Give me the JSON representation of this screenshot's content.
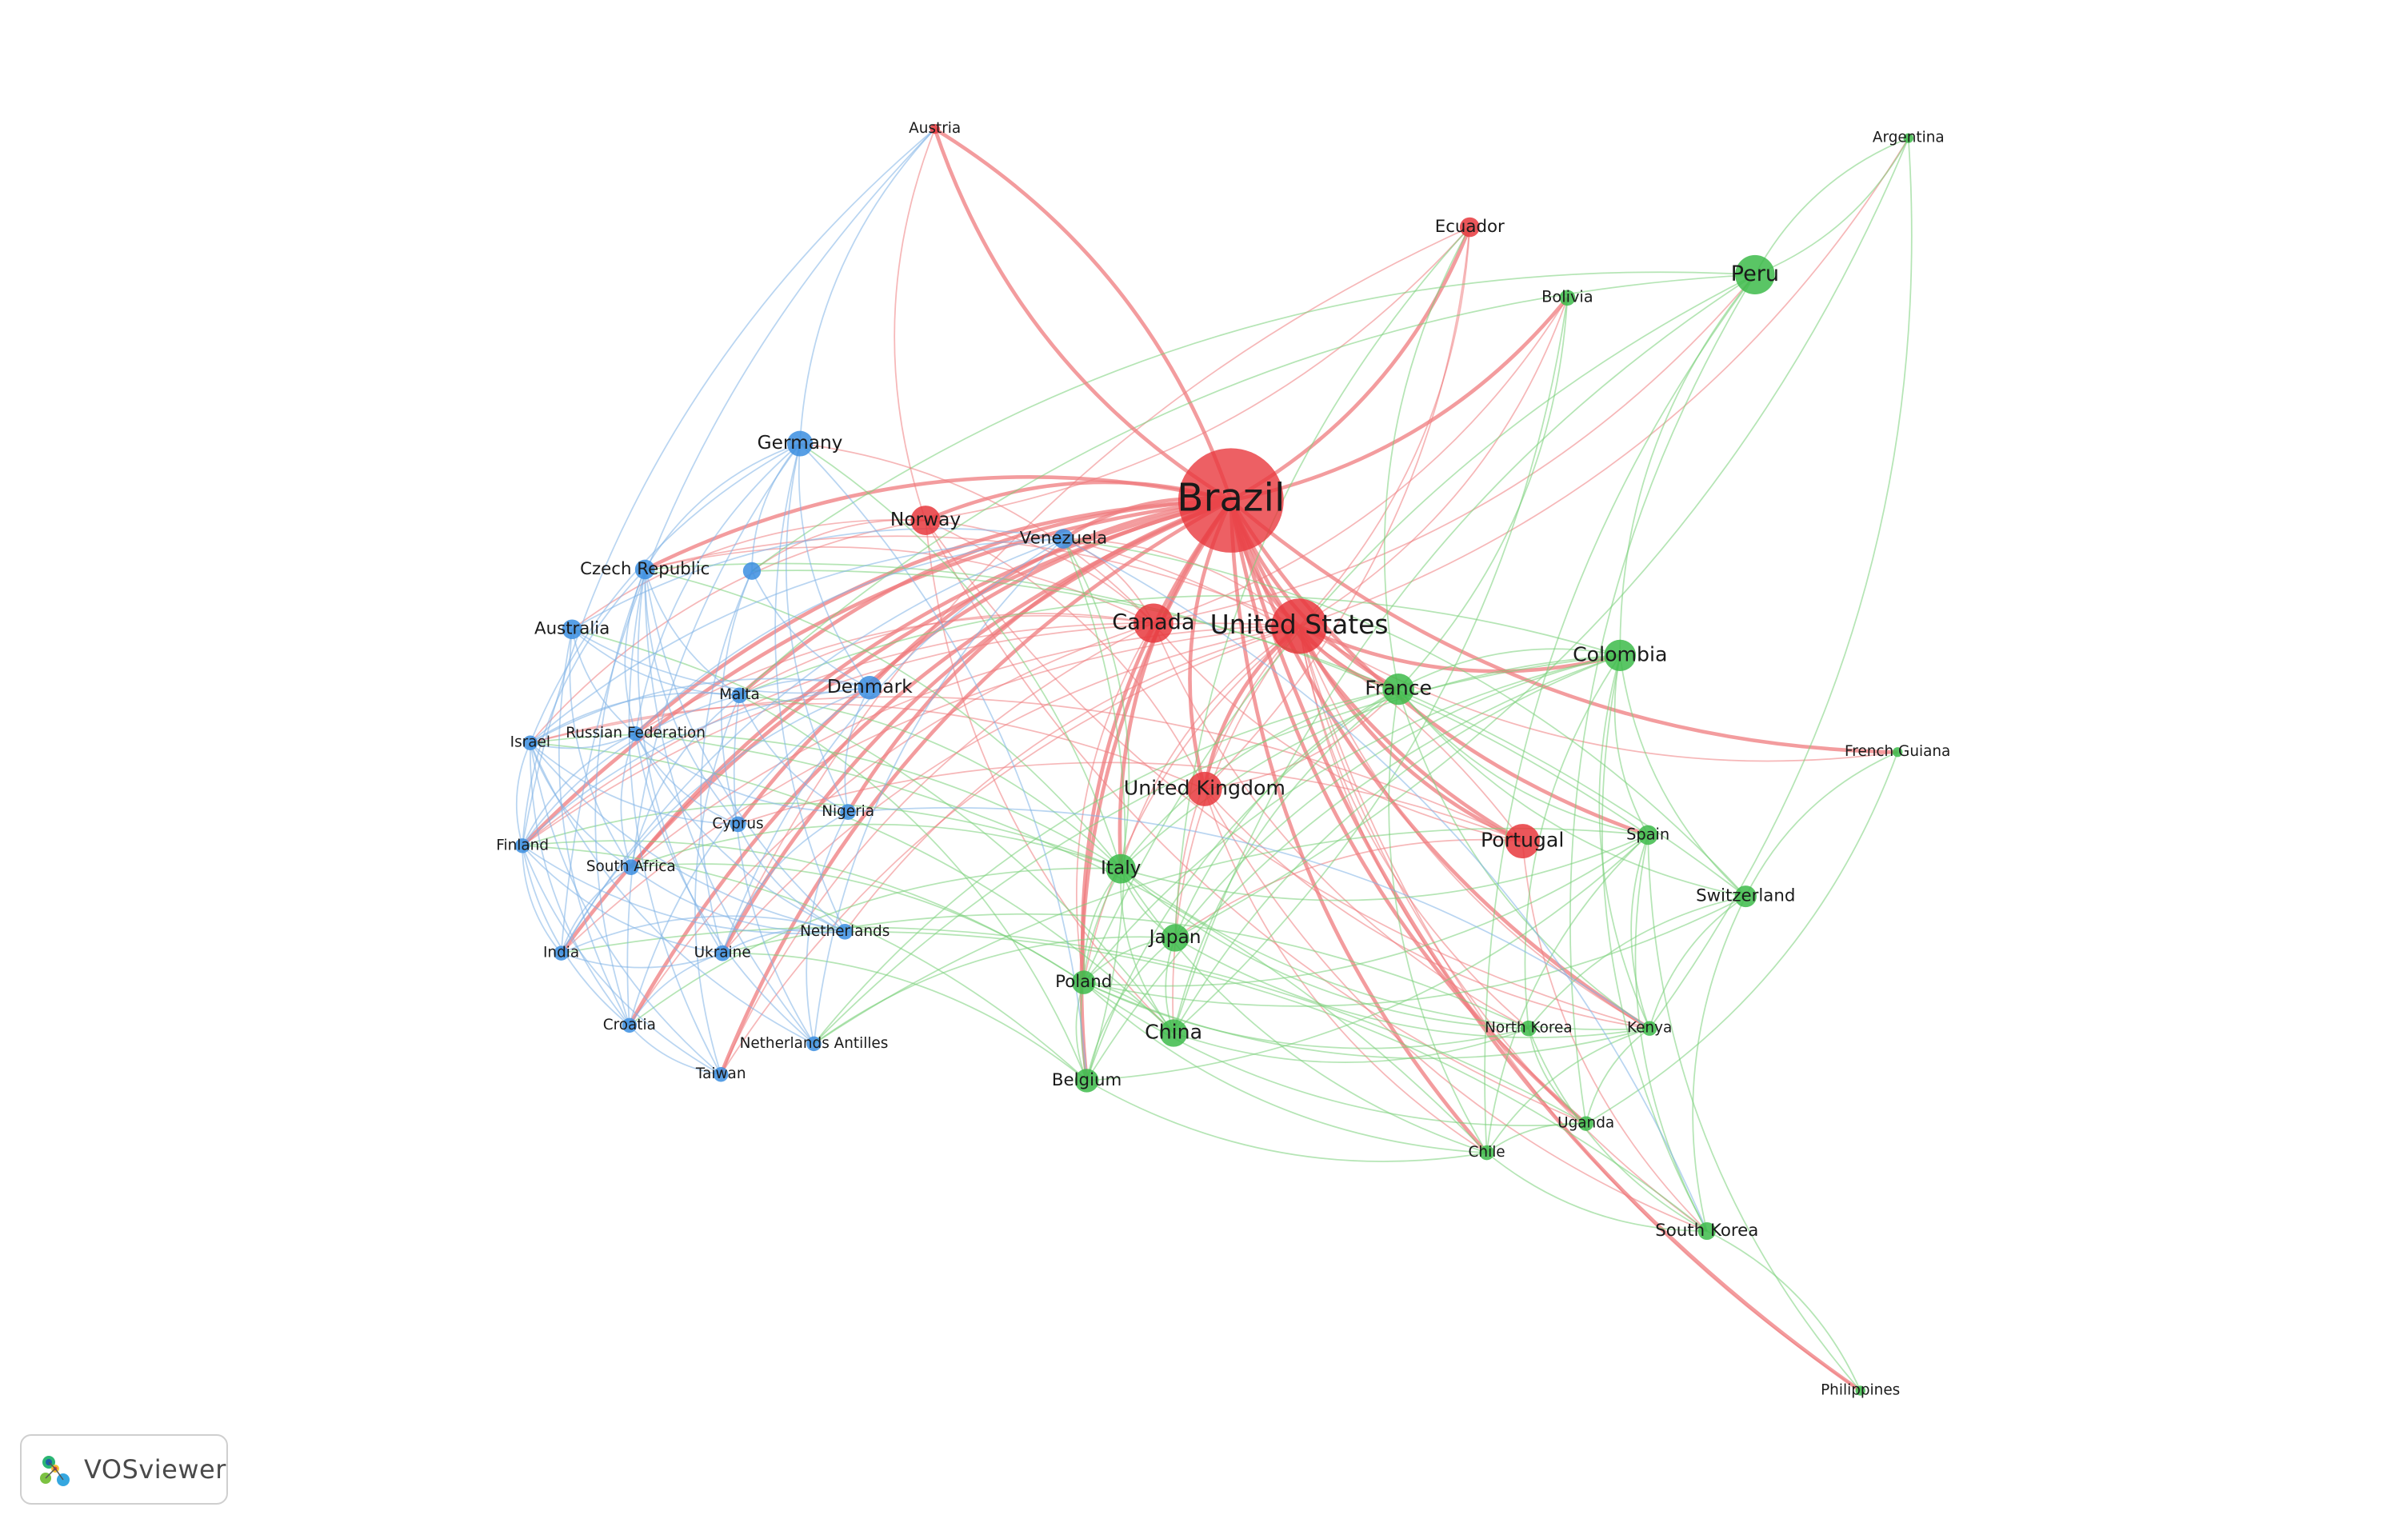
{
  "app": {
    "name": "VOSviewer"
  },
  "colors": {
    "red": "#e8383d",
    "green": "#3dbb4a",
    "blue": "#3b8ee0",
    "red_edge": "#ef7b7d",
    "green_edge": "#79cf79",
    "blue_edge": "#7fb2e6"
  },
  "network": {
    "nodes": [
      {
        "id": "brazil",
        "label": "Brazil",
        "cluster": "red",
        "weight": 10
      },
      {
        "id": "united-states",
        "label": "United States",
        "cluster": "red",
        "weight": 6
      },
      {
        "id": "canada",
        "label": "Canada",
        "cluster": "red",
        "weight": 4
      },
      {
        "id": "united-kingdom",
        "label": "United Kingdom",
        "cluster": "red",
        "weight": 3.5
      },
      {
        "id": "portugal",
        "label": "Portugal",
        "cluster": "red",
        "weight": 3.5
      },
      {
        "id": "norway",
        "label": "Norway",
        "cluster": "red",
        "weight": 3
      },
      {
        "id": "ecuador",
        "label": "Ecuador",
        "cluster": "red",
        "weight": 2
      },
      {
        "id": "austria",
        "label": "Austria",
        "cluster": "red",
        "weight": 1
      },
      {
        "id": "peru",
        "label": "Peru",
        "cluster": "green",
        "weight": 4
      },
      {
        "id": "colombia",
        "label": "Colombia",
        "cluster": "green",
        "weight": 3.2
      },
      {
        "id": "france",
        "label": "France",
        "cluster": "green",
        "weight": 3.2
      },
      {
        "id": "italy",
        "label": "Italy",
        "cluster": "green",
        "weight": 3
      },
      {
        "id": "japan",
        "label": "Japan",
        "cluster": "green",
        "weight": 2.8
      },
      {
        "id": "china",
        "label": "China",
        "cluster": "green",
        "weight": 2.8
      },
      {
        "id": "poland",
        "label": "Poland",
        "cluster": "green",
        "weight": 2.4
      },
      {
        "id": "belgium",
        "label": "Belgium",
        "cluster": "green",
        "weight": 2.4
      },
      {
        "id": "spain",
        "label": "Spain",
        "cluster": "green",
        "weight": 2
      },
      {
        "id": "switzerland",
        "label": "Switzerland",
        "cluster": "green",
        "weight": 2.2
      },
      {
        "id": "bolivia",
        "label": "Bolivia",
        "cluster": "green",
        "weight": 1.6
      },
      {
        "id": "north-korea",
        "label": "North Korea",
        "cluster": "green",
        "weight": 1.6
      },
      {
        "id": "kenya",
        "label": "Kenya",
        "cluster": "green",
        "weight": 1.5
      },
      {
        "id": "uganda",
        "label": "Uganda",
        "cluster": "green",
        "weight": 1.5
      },
      {
        "id": "chile",
        "label": "Chile",
        "cluster": "green",
        "weight": 1.5
      },
      {
        "id": "south-korea",
        "label": "South Korea",
        "cluster": "green",
        "weight": 1.8
      },
      {
        "id": "argentina",
        "label": "Argentina",
        "cluster": "green",
        "weight": 1
      },
      {
        "id": "french-guiana",
        "label": "French Guiana",
        "cluster": "green",
        "weight": 1
      },
      {
        "id": "philippines",
        "label": "Philippines",
        "cluster": "green",
        "weight": 1
      },
      {
        "id": "germany",
        "label": "Germany",
        "cluster": "blue",
        "weight": 2.6
      },
      {
        "id": "venezuela",
        "label": "Venezuela",
        "cluster": "blue",
        "weight": 2
      },
      {
        "id": "czech-republic",
        "label": "Czech Republic",
        "cluster": "blue",
        "weight": 2
      },
      {
        "id": "unlabeled-blue",
        "label": "",
        "cluster": "blue",
        "weight": 1.8
      },
      {
        "id": "australia",
        "label": "Australia",
        "cluster": "blue",
        "weight": 2
      },
      {
        "id": "denmark",
        "label": "Denmark",
        "cluster": "blue",
        "weight": 2.4
      },
      {
        "id": "malta",
        "label": "Malta",
        "cluster": "blue",
        "weight": 1.6
      },
      {
        "id": "israel",
        "label": "Israel",
        "cluster": "blue",
        "weight": 1.5
      },
      {
        "id": "russian-federation",
        "label": "Russian Federation",
        "cluster": "blue",
        "weight": 1.5
      },
      {
        "id": "nigeria",
        "label": "Nigeria",
        "cluster": "blue",
        "weight": 1.6
      },
      {
        "id": "cyprus",
        "label": "Cyprus",
        "cluster": "blue",
        "weight": 1.6
      },
      {
        "id": "finland",
        "label": "Finland",
        "cluster": "blue",
        "weight": 1.5
      },
      {
        "id": "south-africa",
        "label": "South Africa",
        "cluster": "blue",
        "weight": 1.6
      },
      {
        "id": "netherlands",
        "label": "Netherlands",
        "cluster": "blue",
        "weight": 1.6
      },
      {
        "id": "india",
        "label": "India",
        "cluster": "blue",
        "weight": 1.5
      },
      {
        "id": "ukraine",
        "label": "Ukraine",
        "cluster": "blue",
        "weight": 1.6
      },
      {
        "id": "croatia",
        "label": "Croatia",
        "cluster": "blue",
        "weight": 1.5
      },
      {
        "id": "netherlands-antilles",
        "label": "Netherlands Antilles",
        "cluster": "blue",
        "weight": 1.5
      },
      {
        "id": "taiwan",
        "label": "Taiwan",
        "cluster": "blue",
        "weight": 1.5
      }
    ]
  }
}
